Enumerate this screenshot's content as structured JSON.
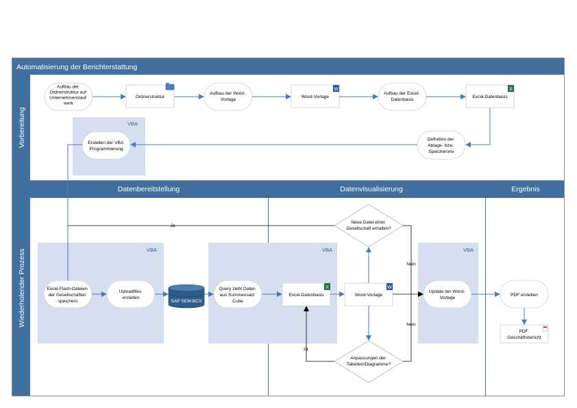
{
  "title": "Automatisierung der Berichterstattung",
  "lanes": {
    "prep": "Vorbereitung",
    "process": "Wiederholender Prozess"
  },
  "phases": {
    "data": "Datenbereitstellung",
    "vis": "Datenvisualisierung",
    "result": "Ergebnis"
  },
  "vba": "VBA",
  "nodes": {
    "n1": [
      "Aufbau der",
      "Ordnerstruktur auf",
      "Unternehmenslauf",
      "werk"
    ],
    "n2": [
      "Ordnerstruktur"
    ],
    "n3": [
      "Aufbau der Word-",
      "Vorlage"
    ],
    "n4": [
      "Word-Vorlage"
    ],
    "n5": [
      "Aufbau der Excel-",
      "Datenbasis"
    ],
    "n6": [
      "Excel-Datenbasis"
    ],
    "n7": [
      "Definition der",
      "Ablage- bzw.",
      "Speicherorte"
    ],
    "n8": [
      "Erstellen der VBA",
      "Programmierung"
    ],
    "p1": [
      "Excel-Flash-Dateien",
      "der Gesellschaften",
      "speichern"
    ],
    "p2": [
      "Uploadfiles",
      "erstellen"
    ],
    "p3": "SAP SEM-BCS",
    "p4": [
      "Query zieht Daten",
      "aus Summensatz",
      "Cube"
    ],
    "p5": [
      "Excel-Datenbasis"
    ],
    "p6": [
      "Word-Vorlage"
    ],
    "p7": [
      "Update der Word-",
      "Vorlage"
    ],
    "p8": [
      "PDF erstellen"
    ],
    "p9": [
      "PDF",
      "Geschäftsbericht"
    ],
    "d1": [
      "Neue Datei einer",
      "Gesellschaft erhalten?"
    ],
    "d2": [
      "Anpassungen der",
      "Tabellen/Diagramme?"
    ]
  },
  "edge_labels": {
    "ja": "Ja",
    "nein": "Nein"
  },
  "colors": {
    "header": "#41709e",
    "vba_fill": "#d6dff0",
    "line": "#4a7ab8"
  },
  "icons": [
    "folder-icon",
    "word-icon",
    "excel-icon",
    "database-icon",
    "pdf-icon"
  ]
}
